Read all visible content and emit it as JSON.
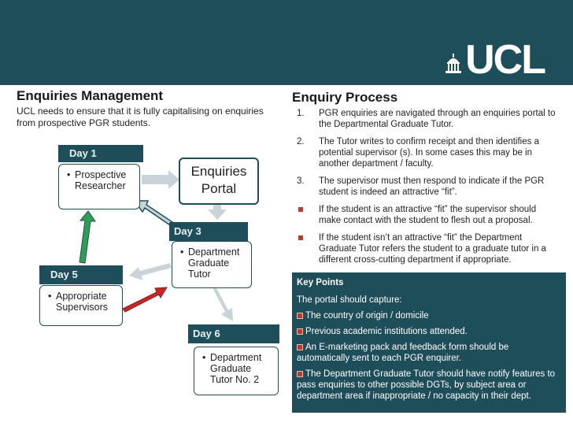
{
  "logo": {
    "text": "UCL"
  },
  "left": {
    "title": "Enquiries Management",
    "intro": "UCL needs to ensure that it is fully capitalising on enquiries from prospective PGR students."
  },
  "diagram": {
    "day1": {
      "label": "Day 1",
      "item": "Prospective Researcher"
    },
    "portal": {
      "line1": "Enquiries",
      "line2": "Portal"
    },
    "day3": {
      "label": "Day 3",
      "item": "Department Graduate Tutor"
    },
    "day5": {
      "label": "Day 5",
      "item": "Appropriate Supervisors"
    },
    "day6": {
      "label": "Day 6",
      "item": "Department Graduate Tutor No. 2"
    },
    "bullet": "•"
  },
  "right": {
    "title": "Enquiry Process",
    "steps": [
      {
        "num": "1.",
        "text": "PGR enquiries are navigated through an enquiries portal to the Departmental Graduate Tutor."
      },
      {
        "num": "2.",
        "text": "The Tutor writes to confirm receipt and then identifies a potential supervisor (s). In some cases this may be in another department / faculty."
      },
      {
        "num": "3.",
        "text": "The supervisor must then respond to indicate if the PGR student is indeed an attractive “fit”."
      }
    ],
    "subpoints": [
      " If the student is an attractive “fit” the supervisor should make contact with the student to flesh out a proposal.",
      " If the student isn’t an attractive “fit” the Department Graduate Tutor refers the student to a graduate tutor in a different cross-cutting department if appropriate."
    ]
  },
  "key_points": {
    "title": "Key Points",
    "intro": "The portal should capture:",
    "items": [
      "The country of origin / domicile",
      "Previous academic institutions attended.",
      "An E-marketing pack and feedback form should be automatically sent to each PGR enquirer.",
      "The Department Graduate Tutor should have notify features to pass enquiries to other possible DGTs, by subject area or department area if inappropriate / no capacity in their dept."
    ]
  },
  "colors": {
    "header": "#1f4e5b",
    "green_arrow": "#2e9e4f",
    "red_arrow": "#c62828",
    "grey_arrow": "#c9d3da",
    "bullet_square": "#c0392b"
  }
}
